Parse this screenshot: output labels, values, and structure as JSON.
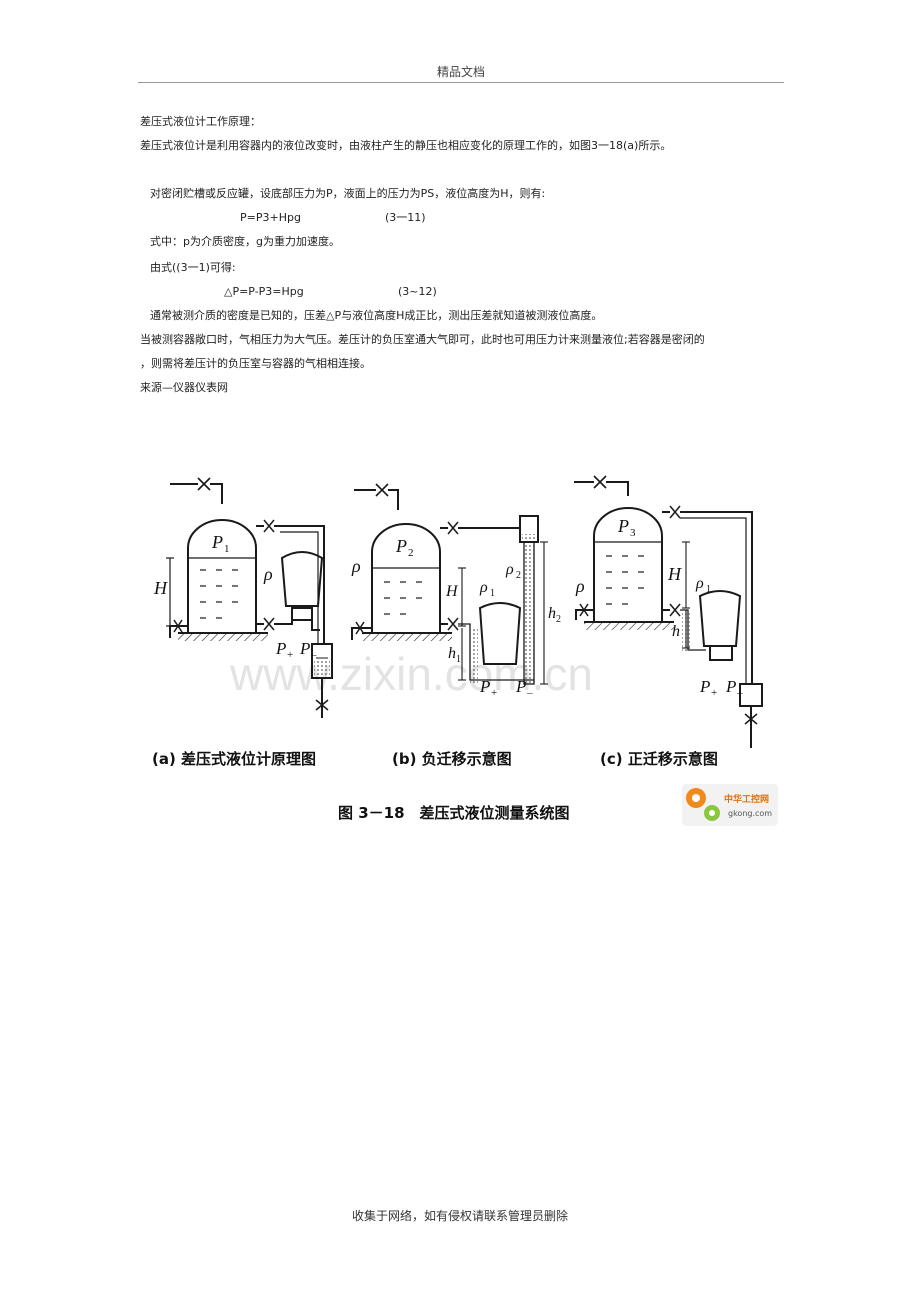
{
  "header": {
    "title": "精品文档"
  },
  "text": {
    "l1": "差压式液位计工作原理：",
    "l2": "差压式液位计是利用容器内的液位改变时，由液柱产生的静压也相应变化的原理工作的，如图3一18(a)所示。",
    "l3": "对密闭贮槽或反应罐，设底部压力为P，液面上的压力为PS，液位高度为H，则有:",
    "eq1": "P=P3+Hpg",
    "eq1_no": "(3一11)",
    "l4": "式中：p为介质密度，g为重力加速度。",
    "l5": "由式((3一1)可得:",
    "eq2": "△P=P-P3=Hpg",
    "eq2_no": "(3~12)",
    "l6": "通常被测介质的密度是已知的，压差△P与液位高度H成正比，测出压差就知道被测液位高度。",
    "l7": "当被测容器敞口时，气相压力为大气压。差压计的负压室通大气即可，此时也可用压力计来测量液位;若容器是密闭的",
    "l8": "，则需将差压计的负压室与容器的气相相连接。",
    "l9": "来源—仪器仪表网"
  },
  "figure": {
    "watermark": "www.zixin.com.cn",
    "caption": "图 3－18　差压式液位测量系统图",
    "captions": [
      "(a) 差压式液位计原理图",
      "(b) 负迁移示意图",
      "(c) 正迁移示意图"
    ],
    "a_labels": {
      "P1": "P",
      "P1s": "1",
      "H": "H",
      "rho": "ρ",
      "Pp": "P",
      "Pps": "+",
      "Pm": "P",
      "Pms": "–"
    },
    "b_labels": {
      "P2": "P",
      "P2s": "2",
      "H": "H",
      "rho": "ρ",
      "rho1": "ρ",
      "rho1s": "1",
      "rho2": "ρ",
      "rho2s": "2",
      "h1": "h",
      "h1s": "1",
      "h2": "h",
      "h2s": "2",
      "Pp": "P",
      "Pps": "+",
      "Pm": "P",
      "Pms": "–"
    },
    "c_labels": {
      "P3": "P",
      "P3s": "3",
      "H": "H",
      "rho": "ρ",
      "rho1": "ρ",
      "rho1s": "1",
      "h": "h",
      "Pp": "P",
      "Pps": "+",
      "Pm": "P",
      "Pms": "–"
    },
    "logo": {
      "cn": "中华工控网",
      "en": "gkong.com"
    }
  },
  "footer": {
    "text": "收集于网络，如有侵权请联系管理员删除"
  }
}
